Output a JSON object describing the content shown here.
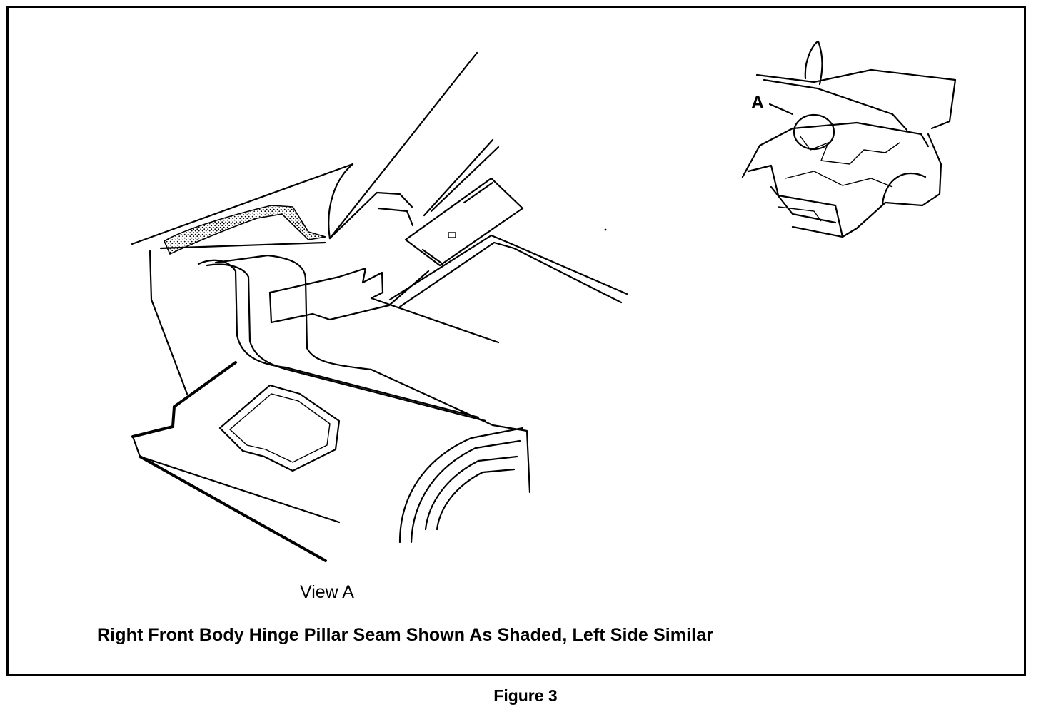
{
  "figure": {
    "view_label": "View A",
    "caption": "Right Front Body Hinge Pillar Seam Shown As Shaded, Left Side Similar",
    "figure_label": "Figure 3",
    "callout_label": "A"
  },
  "colors": {
    "ink": "#000000",
    "background": "#ffffff"
  }
}
